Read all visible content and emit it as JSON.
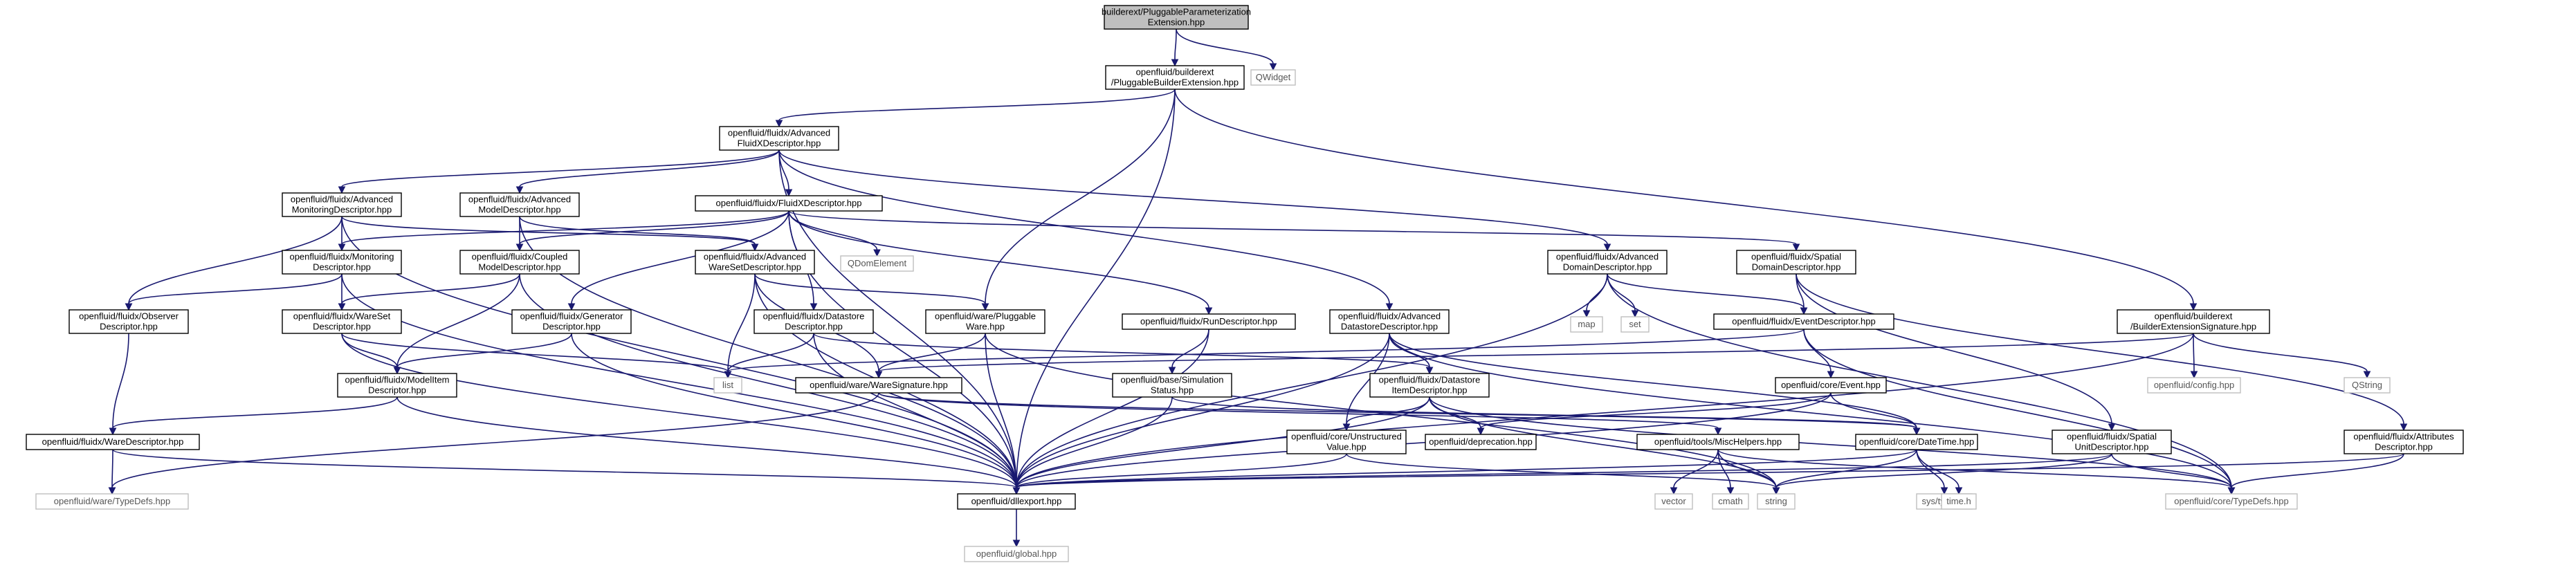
{
  "nodes": [
    {
      "id": "root",
      "lines": [
        "builderext/PluggableParameterization",
        "Extension.hpp"
      ],
      "kind": "root"
    },
    {
      "id": "pbe",
      "lines": [
        "openfluid/builderext",
        "/PluggableBuilderExtension.hpp"
      ],
      "kind": "doc"
    },
    {
      "id": "qwidget",
      "lines": [
        "QWidget"
      ],
      "kind": "ext"
    },
    {
      "id": "afxd",
      "lines": [
        "openfluid/fluidx/Advanced",
        "FluidXDescriptor.hpp"
      ],
      "kind": "doc"
    },
    {
      "id": "amond",
      "lines": [
        "openfluid/fluidx/Advanced",
        "MonitoringDescriptor.hpp"
      ],
      "kind": "doc"
    },
    {
      "id": "amodd",
      "lines": [
        "openfluid/fluidx/Advanced",
        "ModelDescriptor.hpp"
      ],
      "kind": "doc"
    },
    {
      "id": "fxd",
      "lines": [
        "openfluid/fluidx/FluidXDescriptor.hpp"
      ],
      "kind": "doc"
    },
    {
      "id": "monid",
      "lines": [
        "openfluid/fluidx/Monitoring",
        "Descriptor.hpp"
      ],
      "kind": "doc"
    },
    {
      "id": "cmd",
      "lines": [
        "openfluid/fluidx/Coupled",
        "ModelDescriptor.hpp"
      ],
      "kind": "doc"
    },
    {
      "id": "awsd",
      "lines": [
        "openfluid/fluidx/Advanced",
        "WareSetDescriptor.hpp"
      ],
      "kind": "doc"
    },
    {
      "id": "qdom",
      "lines": [
        "QDomElement"
      ],
      "kind": "ext"
    },
    {
      "id": "add",
      "lines": [
        "openfluid/fluidx/Advanced",
        "DomainDescriptor.hpp"
      ],
      "kind": "doc"
    },
    {
      "id": "sdd",
      "lines": [
        "openfluid/fluidx/Spatial",
        "DomainDescriptor.hpp"
      ],
      "kind": "doc"
    },
    {
      "id": "bes",
      "lines": [
        "openfluid/builderext",
        "/BuilderExtensionSignature.hpp"
      ],
      "kind": "doc"
    },
    {
      "id": "obsd",
      "lines": [
        "openfluid/fluidx/Observer",
        "Descriptor.hpp"
      ],
      "kind": "doc"
    },
    {
      "id": "wsd",
      "lines": [
        "openfluid/fluidx/WareSet",
        "Descriptor.hpp"
      ],
      "kind": "doc"
    },
    {
      "id": "gend",
      "lines": [
        "openfluid/fluidx/Generator",
        "Descriptor.hpp"
      ],
      "kind": "doc"
    },
    {
      "id": "dsd",
      "lines": [
        "openfluid/fluidx/Datastore",
        "Descriptor.hpp"
      ],
      "kind": "doc"
    },
    {
      "id": "pw",
      "lines": [
        "openfluid/ware/Pluggable",
        "Ware.hpp"
      ],
      "kind": "doc"
    },
    {
      "id": "rund",
      "lines": [
        "openfluid/fluidx/RunDescriptor.hpp"
      ],
      "kind": "doc"
    },
    {
      "id": "adsd",
      "lines": [
        "openfluid/fluidx/Advanced",
        "DatastoreDescriptor.hpp"
      ],
      "kind": "doc"
    },
    {
      "id": "map",
      "lines": [
        "map"
      ],
      "kind": "ext"
    },
    {
      "id": "set",
      "lines": [
        "set"
      ],
      "kind": "ext"
    },
    {
      "id": "evd",
      "lines": [
        "openfluid/fluidx/EventDescriptor.hpp"
      ],
      "kind": "doc"
    },
    {
      "id": "cfg",
      "lines": [
        "openfluid/config.hpp"
      ],
      "kind": "ext"
    },
    {
      "id": "qstring",
      "lines": [
        "QString"
      ],
      "kind": "ext"
    },
    {
      "id": "mid",
      "lines": [
        "openfluid/fluidx/ModelItem",
        "Descriptor.hpp"
      ],
      "kind": "doc"
    },
    {
      "id": "list",
      "lines": [
        "list"
      ],
      "kind": "ext"
    },
    {
      "id": "wsig",
      "lines": [
        "openfluid/ware/WareSignature.hpp"
      ],
      "kind": "doc"
    },
    {
      "id": "sims",
      "lines": [
        "openfluid/base/Simulation",
        "Status.hpp"
      ],
      "kind": "doc"
    },
    {
      "id": "dsid",
      "lines": [
        "openfluid/fluidx/Datastore",
        "ItemDescriptor.hpp"
      ],
      "kind": "doc"
    },
    {
      "id": "event",
      "lines": [
        "openfluid/core/Event.hpp"
      ],
      "kind": "doc"
    },
    {
      "id": "depr",
      "lines": [
        "openfluid/deprecation.hpp"
      ],
      "kind": "doc"
    },
    {
      "id": "wared",
      "lines": [
        "openfluid/fluidx/WareDescriptor.hpp"
      ],
      "kind": "doc"
    },
    {
      "id": "uval",
      "lines": [
        "openfluid/core/Unstructured",
        "Value.hpp"
      ],
      "kind": "doc"
    },
    {
      "id": "mh",
      "lines": [
        "openfluid/tools/MiscHelpers.hpp"
      ],
      "kind": "doc"
    },
    {
      "id": "dt",
      "lines": [
        "openfluid/core/DateTime.hpp"
      ],
      "kind": "doc"
    },
    {
      "id": "sud",
      "lines": [
        "openfluid/fluidx/Spatial",
        "UnitDescriptor.hpp"
      ],
      "kind": "doc"
    },
    {
      "id": "attd",
      "lines": [
        "openfluid/fluidx/Attributes",
        "Descriptor.hpp"
      ],
      "kind": "doc"
    },
    {
      "id": "wtd",
      "lines": [
        "openfluid/ware/TypeDefs.hpp"
      ],
      "kind": "ext"
    },
    {
      "id": "dllexp",
      "lines": [
        "openfluid/dllexport.hpp"
      ],
      "kind": "doc"
    },
    {
      "id": "vector",
      "lines": [
        "vector"
      ],
      "kind": "ext"
    },
    {
      "id": "cmath",
      "lines": [
        "cmath"
      ],
      "kind": "ext"
    },
    {
      "id": "string",
      "lines": [
        "string"
      ],
      "kind": "ext"
    },
    {
      "id": "systypes",
      "lines": [
        "sys/types.h"
      ],
      "kind": "ext"
    },
    {
      "id": "timeh",
      "lines": [
        "time.h"
      ],
      "kind": "ext"
    },
    {
      "id": "ctd",
      "lines": [
        "openfluid/core/TypeDefs.hpp"
      ],
      "kind": "ext"
    },
    {
      "id": "qglobal",
      "lines": [
        "openfluid/global.hpp"
      ],
      "kind": "ext"
    }
  ],
  "edges": [
    [
      "root",
      "pbe"
    ],
    [
      "root",
      "qwidget"
    ],
    [
      "pbe",
      "afxd"
    ],
    [
      "pbe",
      "pw"
    ],
    [
      "pbe",
      "dllexp"
    ],
    [
      "pbe",
      "bes"
    ],
    [
      "afxd",
      "amond"
    ],
    [
      "afxd",
      "amodd"
    ],
    [
      "afxd",
      "fxd"
    ],
    [
      "afxd",
      "add"
    ],
    [
      "afxd",
      "adsd"
    ],
    [
      "afxd",
      "dllexp"
    ],
    [
      "amond",
      "monid"
    ],
    [
      "amond",
      "obsd"
    ],
    [
      "amond",
      "awsd"
    ],
    [
      "amond",
      "dllexp"
    ],
    [
      "amodd",
      "cmd"
    ],
    [
      "amodd",
      "awsd"
    ],
    [
      "amodd",
      "dllexp"
    ],
    [
      "fxd",
      "monid"
    ],
    [
      "fxd",
      "cmd"
    ],
    [
      "fxd",
      "gend"
    ],
    [
      "fxd",
      "dsd"
    ],
    [
      "fxd",
      "rund"
    ],
    [
      "fxd",
      "qdom"
    ],
    [
      "fxd",
      "sdd"
    ],
    [
      "fxd",
      "dllexp"
    ],
    [
      "monid",
      "obsd"
    ],
    [
      "monid",
      "wsd"
    ],
    [
      "monid",
      "dllexp"
    ],
    [
      "cmd",
      "wsd"
    ],
    [
      "cmd",
      "mid"
    ],
    [
      "cmd",
      "dllexp"
    ],
    [
      "awsd",
      "pw"
    ],
    [
      "awsd",
      "wsig"
    ],
    [
      "awsd",
      "list"
    ],
    [
      "awsd",
      "dllexp"
    ],
    [
      "add",
      "evd"
    ],
    [
      "add",
      "map"
    ],
    [
      "add",
      "set"
    ],
    [
      "add",
      "ctd"
    ],
    [
      "add",
      "dllexp"
    ],
    [
      "sdd",
      "evd"
    ],
    [
      "sdd",
      "sud"
    ],
    [
      "sdd",
      "attd"
    ],
    [
      "bes",
      "cfg"
    ],
    [
      "bes",
      "qstring"
    ],
    [
      "bes",
      "wsig"
    ],
    [
      "bes",
      "dllexp"
    ],
    [
      "obsd",
      "wared"
    ],
    [
      "wsd",
      "mid"
    ],
    [
      "wsd",
      "list"
    ],
    [
      "wsd",
      "dllexp"
    ],
    [
      "gend",
      "mid"
    ],
    [
      "gend",
      "dllexp"
    ],
    [
      "dsd",
      "list"
    ],
    [
      "dsd",
      "dsid"
    ],
    [
      "dsd",
      "dllexp"
    ],
    [
      "pw",
      "wsig"
    ],
    [
      "pw",
      "dllexp"
    ],
    [
      "pw",
      "string"
    ],
    [
      "rund",
      "sims"
    ],
    [
      "rund",
      "dllexp"
    ],
    [
      "adsd",
      "uval"
    ],
    [
      "adsd",
      "dsid"
    ],
    [
      "adsd",
      "dt"
    ],
    [
      "adsd",
      "ctd"
    ],
    [
      "adsd",
      "dllexp"
    ],
    [
      "evd",
      "event"
    ],
    [
      "evd",
      "ctd"
    ],
    [
      "evd",
      "list"
    ],
    [
      "mid",
      "wared"
    ],
    [
      "mid",
      "dllexp"
    ],
    [
      "wsig",
      "wtd"
    ],
    [
      "wsig",
      "mh"
    ],
    [
      "wsig",
      "dt"
    ],
    [
      "sims",
      "dt"
    ],
    [
      "sims",
      "dllexp"
    ],
    [
      "dsid",
      "depr"
    ],
    [
      "dsid",
      "uval"
    ],
    [
      "dsid",
      "string"
    ],
    [
      "dsid",
      "ctd"
    ],
    [
      "dsid",
      "dllexp"
    ],
    [
      "event",
      "dt"
    ],
    [
      "event",
      "depr"
    ],
    [
      "event",
      "dllexp"
    ],
    [
      "wared",
      "dllexp"
    ],
    [
      "wared",
      "wtd"
    ],
    [
      "uval",
      "dllexp"
    ],
    [
      "uval",
      "string"
    ],
    [
      "mh",
      "vector"
    ],
    [
      "mh",
      "cmath"
    ],
    [
      "mh",
      "string"
    ],
    [
      "mh",
      "ctd"
    ],
    [
      "dt",
      "systypes"
    ],
    [
      "dt",
      "timeh"
    ],
    [
      "dt",
      "string"
    ],
    [
      "dt",
      "dllexp"
    ],
    [
      "sud",
      "string"
    ],
    [
      "sud",
      "ctd"
    ],
    [
      "sud",
      "dllexp"
    ],
    [
      "attd",
      "ctd"
    ],
    [
      "attd",
      "dllexp"
    ],
    [
      "dllexp",
      "qglobal"
    ]
  ],
  "colors": {
    "edge": "#191970",
    "doc_border": "#000000",
    "doc_fill": "#ffffff",
    "doc_text": "#000000",
    "ext_border": "#bfbfbf",
    "ext_text": "#555555",
    "root_fill": "#bfbfbf"
  }
}
